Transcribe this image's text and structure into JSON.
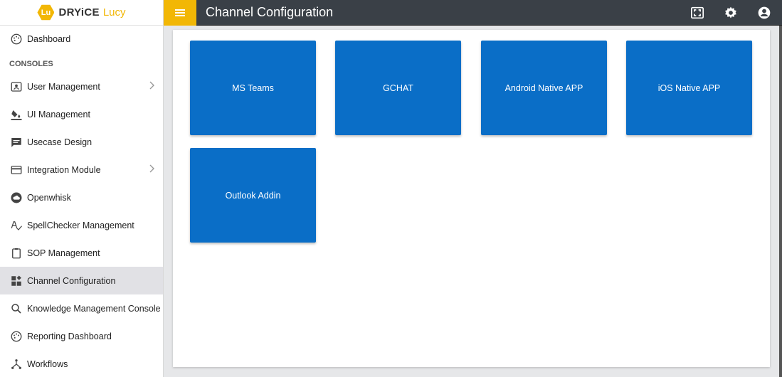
{
  "logo": {
    "mark": "Lu",
    "brand": "DRYiCE",
    "product": "Lucy"
  },
  "header": {
    "title": "Channel Configuration"
  },
  "sidebar": {
    "dashboard": "Dashboard",
    "section": "CONSOLES",
    "items": [
      {
        "label": "User Management",
        "icon": "user-card-icon",
        "has_submenu": true
      },
      {
        "label": "UI Management",
        "icon": "paint-bucket-icon",
        "has_submenu": false
      },
      {
        "label": "Usecase Design",
        "icon": "message-icon",
        "has_submenu": false
      },
      {
        "label": "Integration Module",
        "icon": "card-icon",
        "has_submenu": true
      },
      {
        "label": "Openwhisk",
        "icon": "cloud-icon",
        "has_submenu": false
      },
      {
        "label": "SpellChecker Management",
        "icon": "spellcheck-icon",
        "has_submenu": false
      },
      {
        "label": "SOP Management",
        "icon": "clipboard-icon",
        "has_submenu": false
      },
      {
        "label": "Channel Configuration",
        "icon": "widgets-icon",
        "has_submenu": false,
        "active": true
      },
      {
        "label": "Knowledge Management Console",
        "icon": "search-icon",
        "has_submenu": false
      },
      {
        "label": "Reporting Dashboard",
        "icon": "palette-icon",
        "has_submenu": false
      },
      {
        "label": "Workflows",
        "icon": "workflow-icon",
        "has_submenu": false
      }
    ]
  },
  "tiles": [
    "MS Teams",
    "GCHAT",
    "Android Native APP",
    "iOS Native APP",
    "Outlook Addin"
  ],
  "colors": {
    "accent": "#f2b705",
    "tile": "#0a6ec7",
    "header": "#3a4047",
    "active_item": "#e1e1e5"
  }
}
